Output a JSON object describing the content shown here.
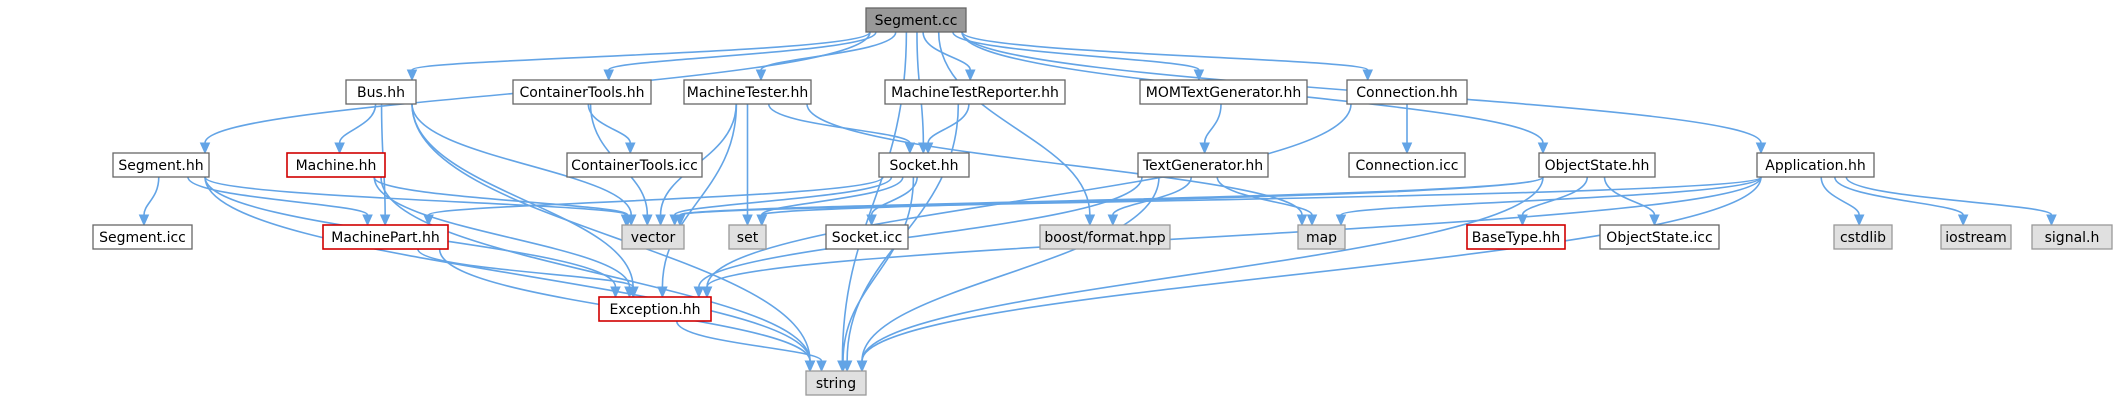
{
  "diagram_title": "",
  "colors": {
    "edge": "#63a4e6",
    "root_fill": "#999999",
    "normal_fill": "#ffffff",
    "system_fill": "#e0e0e0",
    "normal_border": "#666666",
    "system_border": "#999999",
    "incomplete_border": "#d00000"
  },
  "nodes": [
    {
      "id": "segment_cc",
      "label": "Segment.cc",
      "kind": "root"
    },
    {
      "id": "bus_hh",
      "label": "Bus.hh",
      "kind": "normal"
    },
    {
      "id": "containertools_hh",
      "label": "ContainerTools.hh",
      "kind": "normal"
    },
    {
      "id": "machinetester_hh",
      "label": "MachineTester.hh",
      "kind": "normal"
    },
    {
      "id": "machinetestreporter_hh",
      "label": "MachineTestReporter.hh",
      "kind": "normal"
    },
    {
      "id": "momtextgenerator_hh",
      "label": "MOMTextGenerator.hh",
      "kind": "normal"
    },
    {
      "id": "connection_hh",
      "label": "Connection.hh",
      "kind": "normal"
    },
    {
      "id": "segment_hh",
      "label": "Segment.hh",
      "kind": "normal"
    },
    {
      "id": "machine_hh",
      "label": "Machine.hh",
      "kind": "incomplete"
    },
    {
      "id": "containertools_icc",
      "label": "ContainerTools.icc",
      "kind": "normal"
    },
    {
      "id": "socket_hh",
      "label": "Socket.hh",
      "kind": "normal"
    },
    {
      "id": "textgenerator_hh",
      "label": "TextGenerator.hh",
      "kind": "normal"
    },
    {
      "id": "connection_icc",
      "label": "Connection.icc",
      "kind": "normal"
    },
    {
      "id": "objectstate_hh",
      "label": "ObjectState.hh",
      "kind": "normal"
    },
    {
      "id": "application_hh",
      "label": "Application.hh",
      "kind": "normal"
    },
    {
      "id": "segment_icc",
      "label": "Segment.icc",
      "kind": "normal"
    },
    {
      "id": "machinepart_hh",
      "label": "MachinePart.hh",
      "kind": "incomplete"
    },
    {
      "id": "vector",
      "label": "vector",
      "kind": "system"
    },
    {
      "id": "set",
      "label": "set",
      "kind": "system"
    },
    {
      "id": "socket_icc",
      "label": "Socket.icc",
      "kind": "normal"
    },
    {
      "id": "boost_format_hpp",
      "label": "boost/format.hpp",
      "kind": "system"
    },
    {
      "id": "map",
      "label": "map",
      "kind": "system"
    },
    {
      "id": "basetype_hh",
      "label": "BaseType.hh",
      "kind": "incomplete"
    },
    {
      "id": "objectstate_icc",
      "label": "ObjectState.icc",
      "kind": "normal"
    },
    {
      "id": "cstdlib",
      "label": "cstdlib",
      "kind": "system"
    },
    {
      "id": "iostream",
      "label": "iostream",
      "kind": "system"
    },
    {
      "id": "signal_h",
      "label": "signal.h",
      "kind": "system"
    },
    {
      "id": "exception_hh",
      "label": "Exception.hh",
      "kind": "incomplete"
    },
    {
      "id": "string",
      "label": "string",
      "kind": "system"
    }
  ],
  "edges": [
    {
      "from": "segment_cc",
      "to": "bus_hh"
    },
    {
      "from": "segment_cc",
      "to": "containertools_hh"
    },
    {
      "from": "segment_cc",
      "to": "machinetester_hh"
    },
    {
      "from": "segment_cc",
      "to": "machinetestreporter_hh"
    },
    {
      "from": "segment_cc",
      "to": "momtextgenerator_hh"
    },
    {
      "from": "segment_cc",
      "to": "connection_hh"
    },
    {
      "from": "segment_cc",
      "to": "segment_hh"
    },
    {
      "from": "segment_cc",
      "to": "socket_hh"
    },
    {
      "from": "segment_cc",
      "to": "objectstate_hh"
    },
    {
      "from": "segment_cc",
      "to": "application_hh"
    },
    {
      "from": "segment_cc",
      "to": "boost_format_hpp"
    },
    {
      "from": "segment_cc",
      "to": "string"
    },
    {
      "from": "bus_hh",
      "to": "machine_hh"
    },
    {
      "from": "bus_hh",
      "to": "machinepart_hh"
    },
    {
      "from": "bus_hh",
      "to": "vector"
    },
    {
      "from": "bus_hh",
      "to": "exception_hh"
    },
    {
      "from": "bus_hh",
      "to": "string"
    },
    {
      "from": "containertools_hh",
      "to": "containertools_icc"
    },
    {
      "from": "containertools_hh",
      "to": "vector"
    },
    {
      "from": "machinetester_hh",
      "to": "socket_hh"
    },
    {
      "from": "machinetester_hh",
      "to": "vector"
    },
    {
      "from": "machinetester_hh",
      "to": "set"
    },
    {
      "from": "machinetester_hh",
      "to": "map"
    },
    {
      "from": "machinetester_hh",
      "to": "exception_hh"
    },
    {
      "from": "machinetestreporter_hh",
      "to": "socket_hh"
    },
    {
      "from": "machinetestreporter_hh",
      "to": "string"
    },
    {
      "from": "momtextgenerator_hh",
      "to": "textgenerator_hh"
    },
    {
      "from": "connection_hh",
      "to": "connection_icc"
    },
    {
      "from": "connection_hh",
      "to": "exception_hh"
    },
    {
      "from": "segment_hh",
      "to": "segment_icc"
    },
    {
      "from": "segment_hh",
      "to": "machinepart_hh"
    },
    {
      "from": "segment_hh",
      "to": "vector"
    },
    {
      "from": "segment_hh",
      "to": "exception_hh"
    },
    {
      "from": "segment_hh",
      "to": "string"
    },
    {
      "from": "machine_hh",
      "to": "vector"
    },
    {
      "from": "machine_hh",
      "to": "exception_hh"
    },
    {
      "from": "machine_hh",
      "to": "string"
    },
    {
      "from": "socket_hh",
      "to": "machinepart_hh"
    },
    {
      "from": "socket_hh",
      "to": "vector"
    },
    {
      "from": "socket_hh",
      "to": "set"
    },
    {
      "from": "socket_hh",
      "to": "socket_icc"
    },
    {
      "from": "socket_hh",
      "to": "string"
    },
    {
      "from": "textgenerator_hh",
      "to": "boost_format_hpp"
    },
    {
      "from": "textgenerator_hh",
      "to": "map"
    },
    {
      "from": "textgenerator_hh",
      "to": "exception_hh"
    },
    {
      "from": "textgenerator_hh",
      "to": "string"
    },
    {
      "from": "objectstate_hh",
      "to": "basetype_hh"
    },
    {
      "from": "objectstate_hh",
      "to": "objectstate_icc"
    },
    {
      "from": "objectstate_hh",
      "to": "vector"
    },
    {
      "from": "objectstate_hh",
      "to": "set"
    },
    {
      "from": "objectstate_hh",
      "to": "string"
    },
    {
      "from": "application_hh",
      "to": "cstdlib"
    },
    {
      "from": "application_hh",
      "to": "iostream"
    },
    {
      "from": "application_hh",
      "to": "signal_h"
    },
    {
      "from": "application_hh",
      "to": "vector"
    },
    {
      "from": "application_hh",
      "to": "map"
    },
    {
      "from": "application_hh",
      "to": "exception_hh"
    },
    {
      "from": "application_hh",
      "to": "string"
    },
    {
      "from": "machinepart_hh",
      "to": "exception_hh"
    },
    {
      "from": "machinepart_hh",
      "to": "string"
    },
    {
      "from": "exception_hh",
      "to": "string"
    }
  ]
}
